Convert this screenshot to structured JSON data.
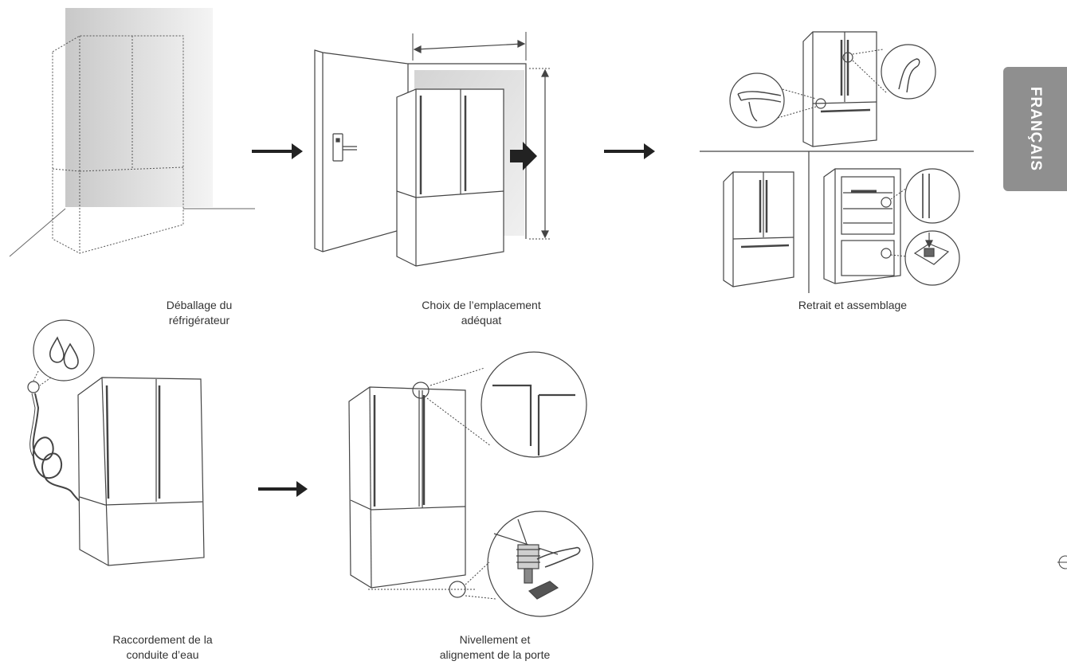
{
  "language_tab": "FRANÇAIS",
  "steps": [
    {
      "line1": "Déballage du",
      "line2": "réfrigérateur"
    },
    {
      "line1": "Choix de l’emplacement",
      "line2": "adéquat"
    },
    {
      "line1": "Retrait et assemblage",
      "line2": ""
    },
    {
      "line1": "Raccordement de la",
      "line2": "conduite d’eau"
    },
    {
      "line1": "Nivellement et",
      "line2": "alignement de la porte"
    }
  ]
}
